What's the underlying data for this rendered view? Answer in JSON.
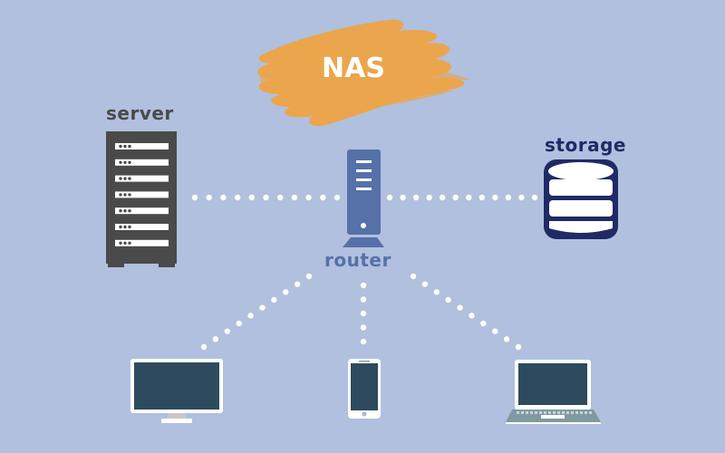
{
  "diagram": {
    "title": "NAS",
    "colors": {
      "background": "#b0c0de",
      "brush": "#f0a340",
      "server": "#4a4a4a",
      "router": "#5670a8",
      "storage": "#1f2a66",
      "screen": "#2e4a5e",
      "link_dots": "#ffffff"
    },
    "nodes": {
      "server": {
        "label": "server",
        "icon": "server-rack-icon"
      },
      "router": {
        "label": "router",
        "icon": "router-tower-icon"
      },
      "storage": {
        "label": "storage",
        "icon": "database-icon"
      },
      "desktop": {
        "label": "",
        "icon": "desktop-monitor-icon"
      },
      "phone": {
        "label": "",
        "icon": "smartphone-icon"
      },
      "laptop": {
        "label": "",
        "icon": "laptop-icon"
      }
    },
    "links": [
      {
        "from": "server",
        "to": "router",
        "style": "dotted"
      },
      {
        "from": "router",
        "to": "storage",
        "style": "dotted"
      },
      {
        "from": "router",
        "to": "desktop",
        "style": "dotted"
      },
      {
        "from": "router",
        "to": "phone",
        "style": "dotted"
      },
      {
        "from": "router",
        "to": "laptop",
        "style": "dotted"
      }
    ]
  }
}
